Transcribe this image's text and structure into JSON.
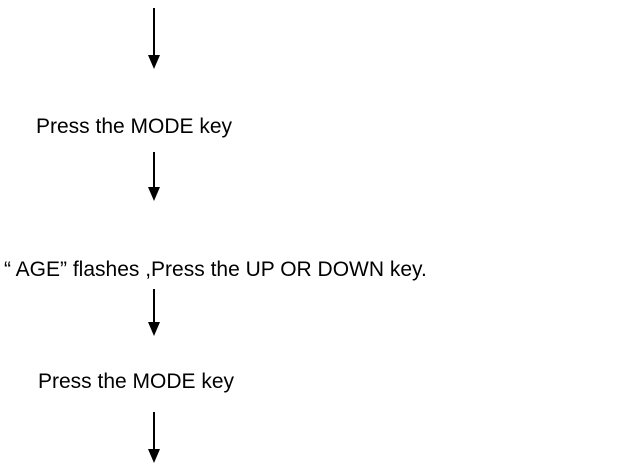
{
  "diagram": {
    "type": "vertical-flow",
    "line_color": "#000000",
    "text_color": "#000000",
    "arrow_icon": "down-arrow-icon",
    "steps": [
      {
        "text": "Press the MODE key"
      },
      {
        "text": "“ AGE” flashes ,Press the UP OR DOWN key."
      },
      {
        "text": "Press the MODE key"
      }
    ]
  }
}
